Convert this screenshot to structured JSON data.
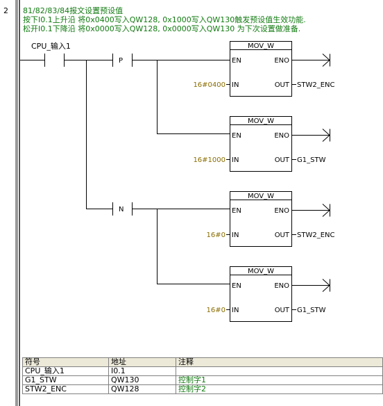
{
  "network": {
    "number": "2",
    "comment_lines": [
      "81/82/83/84报文设置预设值",
      "按下I0.1上升沿 将0x0400写入QW128, 0x1000写入QW130触发预设值生效功能.",
      "松开I0.1下降沿 将0x0000写入QW128, 0x0000写入QW130 为下次设置做准备."
    ]
  },
  "ladder": {
    "contact_label": "CPU_输入1",
    "edge_p": "P",
    "edge_n": "N",
    "blocks": [
      {
        "title": "MOV_W",
        "en": "EN",
        "eno": "ENO",
        "in_label": "IN",
        "out_label": "OUT",
        "in_value": "16#0400",
        "out_value": "STW2_ENC"
      },
      {
        "title": "MOV_W",
        "en": "EN",
        "eno": "ENO",
        "in_label": "IN",
        "out_label": "OUT",
        "in_value": "16#1000",
        "out_value": "G1_STW"
      },
      {
        "title": "MOV_W",
        "en": "EN",
        "eno": "ENO",
        "in_label": "IN",
        "out_label": "OUT",
        "in_value": "16#0",
        "out_value": "STW2_ENC"
      },
      {
        "title": "MOV_W",
        "en": "EN",
        "eno": "ENO",
        "in_label": "IN",
        "out_label": "OUT",
        "in_value": "16#0",
        "out_value": "G1_STW"
      }
    ]
  },
  "symbol_table": {
    "headers": [
      "符号",
      "地址",
      "注释"
    ],
    "rows": [
      {
        "symbol": "CPU_输入1",
        "address": "I0.1",
        "comment": ""
      },
      {
        "symbol": "G1_STW",
        "address": "QW130",
        "comment": "控制字1"
      },
      {
        "symbol": "STW2_ENC",
        "address": "QW128",
        "comment": "控制字2"
      }
    ]
  },
  "colors": {
    "comment_text": "#117a11",
    "param_text": "#8a6d00",
    "wire": "#000000"
  }
}
